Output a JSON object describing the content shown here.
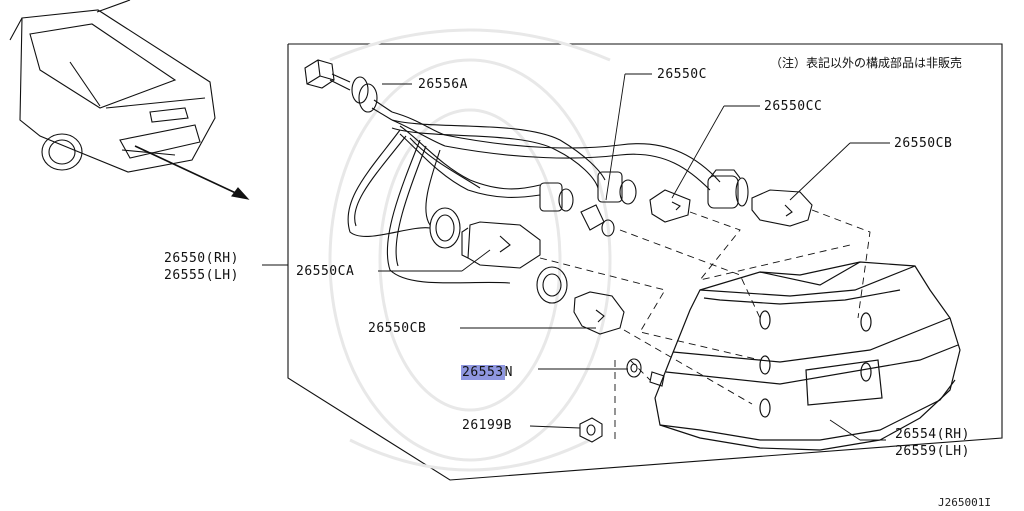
{
  "note": "（注）表記以外の構成部品は非販売",
  "diagram_code": "J265001I",
  "assembly": {
    "rh": "26550(RH)",
    "lh": "26555(LH)"
  },
  "parts": {
    "p26556A": "26556A",
    "p26550C": "26550C",
    "p26550CC": "26550CC",
    "p26550CB_top": "26550CB",
    "p26550CA": "26550CA",
    "p26550CB_mid": "26550CB",
    "p26553N_hl": "26553",
    "p26553N_suffix": "N",
    "p26199B": "26199B",
    "p26554": "26554(RH)",
    "p26559": "26559(LH)"
  }
}
